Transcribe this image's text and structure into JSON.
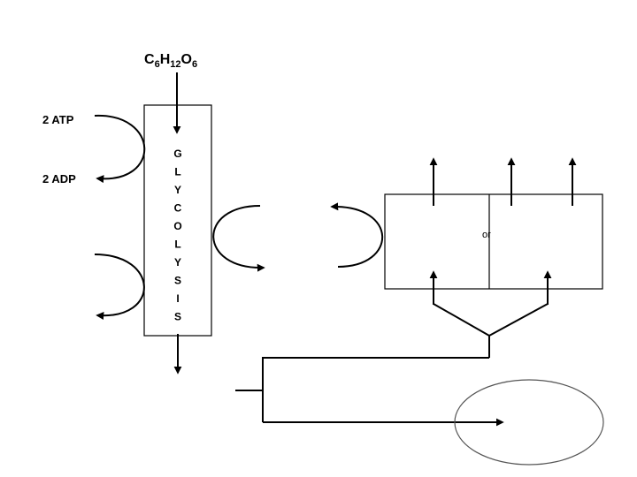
{
  "formula": {
    "c": "C",
    "c_sub": "6",
    "h": "H",
    "h_sub": "12",
    "o": "O",
    "o_sub": "6"
  },
  "inputs": {
    "atp": "2 ATP",
    "adp": "2 ADP"
  },
  "glycolysis_letters": [
    "G",
    "L",
    "Y",
    "C",
    "O",
    "L",
    "Y",
    "S",
    "I",
    "S"
  ],
  "right_box": {
    "divider_label": "or"
  },
  "colors": {
    "stroke": "#000000",
    "ellipse_stroke": "#555555",
    "background": "#ffffff"
  }
}
